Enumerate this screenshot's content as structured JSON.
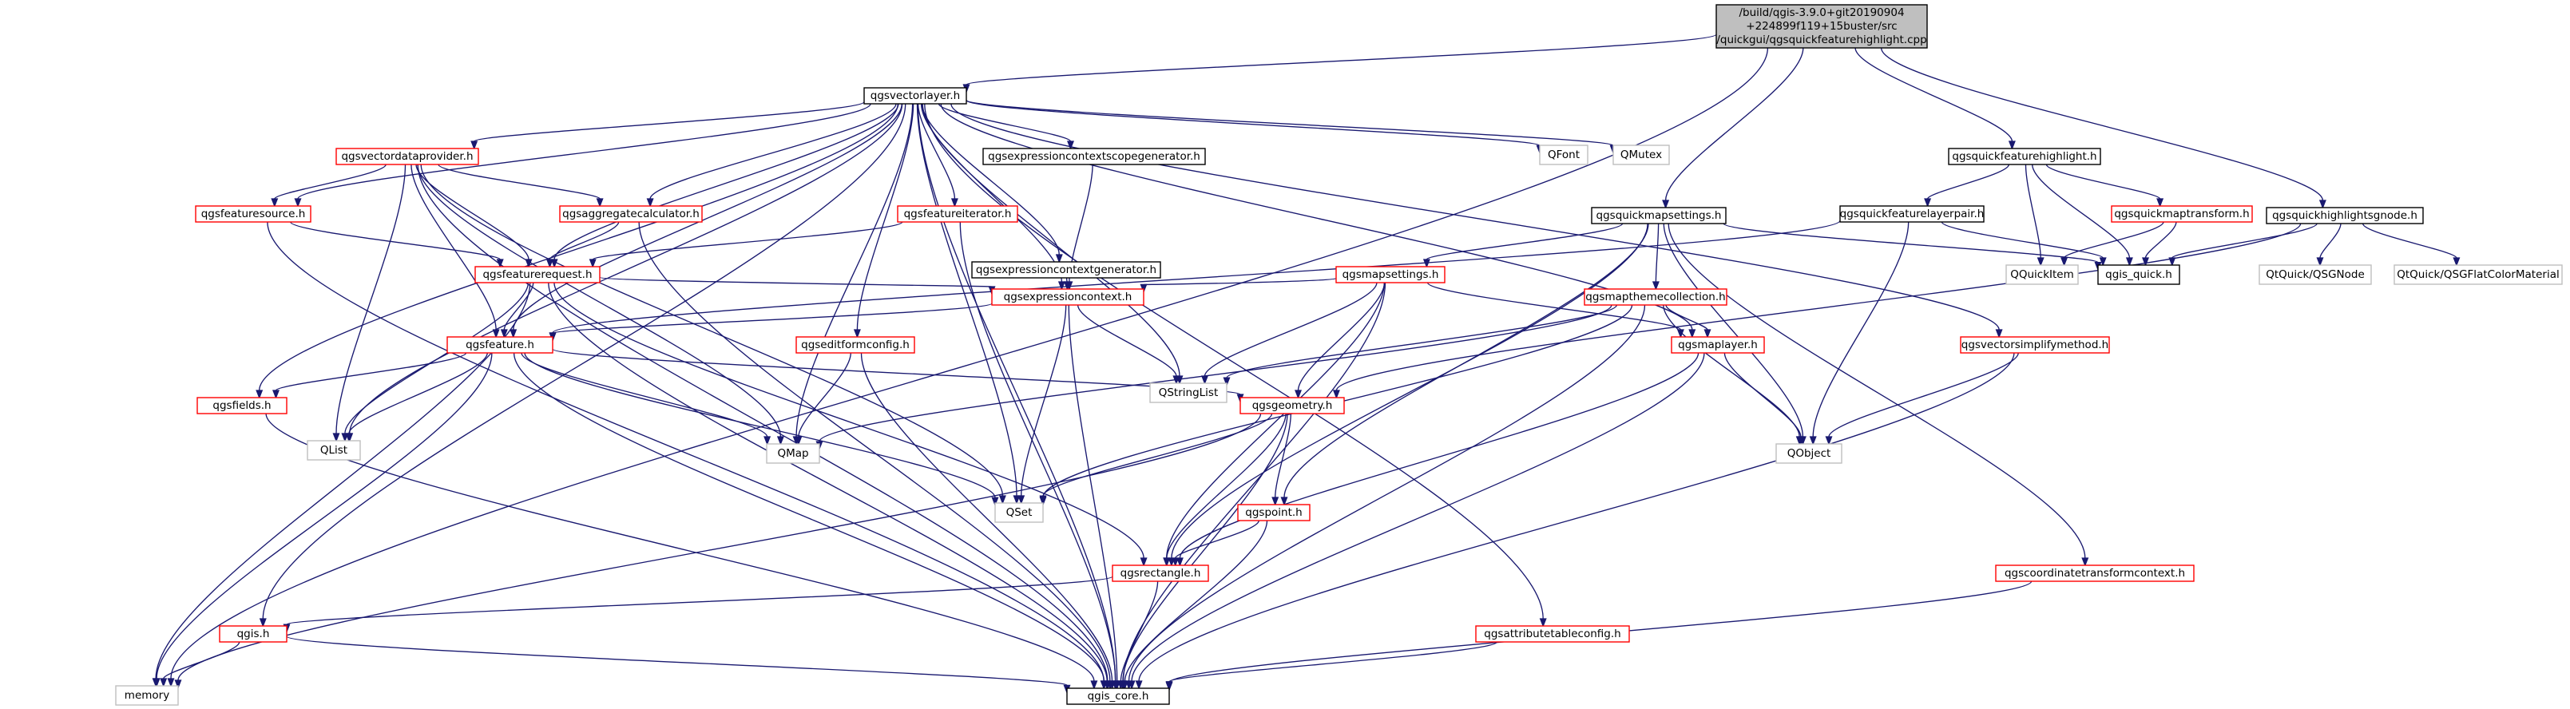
{
  "colors": {
    "root_fill": "#bfbfbf",
    "edge": "#191970",
    "linked_border": "#ff0000",
    "doc_border": "#000000",
    "external_border": "#bfbfbf",
    "node_fill": "#ffffff",
    "text": "#000000"
  },
  "nodes": [
    {
      "id": "root",
      "lines": [
        "/build/qgis-3.9.0+git20190904",
        "+224899f119+15buster/src",
        "/quickgui/qgsquickfeaturehighlight.cpp"
      ],
      "kind": "root"
    },
    {
      "id": "qgsvectorlayer",
      "lines": [
        "qgsvectorlayer.h"
      ],
      "kind": "doc"
    },
    {
      "id": "memory",
      "lines": [
        "memory"
      ],
      "kind": "external"
    },
    {
      "id": "qgsquickmapsettings",
      "lines": [
        "qgsquickmapsettings.h"
      ],
      "kind": "doc"
    },
    {
      "id": "qgsquickfeaturehighlight",
      "lines": [
        "qgsquickfeaturehighlight.h"
      ],
      "kind": "doc"
    },
    {
      "id": "qgsquickhighlightsgnode",
      "lines": [
        "qgsquickhighlightsgnode.h"
      ],
      "kind": "doc"
    },
    {
      "id": "qgsvectordataprovider",
      "lines": [
        "qgsvectordataprovider.h"
      ],
      "kind": "linked"
    },
    {
      "id": "qgsexpressioncontextscopegenerator",
      "lines": [
        "qgsexpressioncontextscopegenerator.h"
      ],
      "kind": "doc"
    },
    {
      "id": "qfont",
      "lines": [
        "QFont"
      ],
      "kind": "external"
    },
    {
      "id": "qmutex",
      "lines": [
        "QMutex"
      ],
      "kind": "external"
    },
    {
      "id": "qgsfeaturesource",
      "lines": [
        "qgsfeaturesource.h"
      ],
      "kind": "linked"
    },
    {
      "id": "qgsaggregatecalculator",
      "lines": [
        "qgsaggregatecalculator.h"
      ],
      "kind": "linked"
    },
    {
      "id": "qgsfeatureiterator",
      "lines": [
        "qgsfeatureiterator.h"
      ],
      "kind": "linked"
    },
    {
      "id": "qgsquickfeaturelayerpair",
      "lines": [
        "qgsquickfeaturelayerpair.h"
      ],
      "kind": "doc"
    },
    {
      "id": "qgsquickmaptransform",
      "lines": [
        "qgsquickmaptransform.h"
      ],
      "kind": "linked"
    },
    {
      "id": "qquickitem",
      "lines": [
        "QQuickItem"
      ],
      "kind": "external"
    },
    {
      "id": "qgis_quick",
      "lines": [
        "qgis_quick.h"
      ],
      "kind": "doc"
    },
    {
      "id": "qtquickqsgnode",
      "lines": [
        "QtQuick/QSGNode"
      ],
      "kind": "external"
    },
    {
      "id": "qtquickqsgflatcolormaterial",
      "lines": [
        "QtQuick/QSGFlatColorMaterial"
      ],
      "kind": "external"
    },
    {
      "id": "qgsfeaturerequest",
      "lines": [
        "qgsfeaturerequest.h"
      ],
      "kind": "linked"
    },
    {
      "id": "qgsexpressioncontextgenerator",
      "lines": [
        "qgsexpressioncontextgenerator.h"
      ],
      "kind": "doc"
    },
    {
      "id": "qgsmapsettings",
      "lines": [
        "qgsmapsettings.h"
      ],
      "kind": "linked"
    },
    {
      "id": "qgsexpressioncontext",
      "lines": [
        "qgsexpressioncontext.h"
      ],
      "kind": "linked"
    },
    {
      "id": "qgsmapthemecollection",
      "lines": [
        "qgsmapthemecollection.h"
      ],
      "kind": "linked"
    },
    {
      "id": "qgsfeature",
      "lines": [
        "qgsfeature.h"
      ],
      "kind": "linked"
    },
    {
      "id": "qgseditformconfig",
      "lines": [
        "qgseditformconfig.h"
      ],
      "kind": "linked"
    },
    {
      "id": "qstringlist",
      "lines": [
        "QStringList"
      ],
      "kind": "external"
    },
    {
      "id": "qgsmaplayer",
      "lines": [
        "qgsmaplayer.h"
      ],
      "kind": "linked"
    },
    {
      "id": "qgsvectorsimplifymethod",
      "lines": [
        "qgsvectorsimplifymethod.h"
      ],
      "kind": "linked"
    },
    {
      "id": "qgsfields",
      "lines": [
        "qgsfields.h"
      ],
      "kind": "linked"
    },
    {
      "id": "qlist",
      "lines": [
        "QList"
      ],
      "kind": "external"
    },
    {
      "id": "qmap",
      "lines": [
        "QMap"
      ],
      "kind": "external"
    },
    {
      "id": "qgsgeometry",
      "lines": [
        "qgsgeometry.h"
      ],
      "kind": "linked"
    },
    {
      "id": "qobject",
      "lines": [
        "QObject"
      ],
      "kind": "external"
    },
    {
      "id": "qset",
      "lines": [
        "QSet"
      ],
      "kind": "external"
    },
    {
      "id": "qgspoint",
      "lines": [
        "qgspoint.h"
      ],
      "kind": "linked"
    },
    {
      "id": "qgsrectangle",
      "lines": [
        "qgsrectangle.h"
      ],
      "kind": "linked"
    },
    {
      "id": "qgscoordinatetransformcontext",
      "lines": [
        "qgscoordinatetransformcontext.h"
      ],
      "kind": "linked"
    },
    {
      "id": "qgis",
      "lines": [
        "qgis.h"
      ],
      "kind": "linked"
    },
    {
      "id": "qgsattributetableconfig",
      "lines": [
        "qgsattributetableconfig.h"
      ],
      "kind": "linked"
    },
    {
      "id": "qgis_core",
      "lines": [
        "qgis_core.h"
      ],
      "kind": "doc"
    }
  ],
  "edges": [
    [
      "root",
      "qgsvectorlayer"
    ],
    [
      "root",
      "memory"
    ],
    [
      "root",
      "qgsquickmapsettings"
    ],
    [
      "root",
      "qgsquickfeaturehighlight"
    ],
    [
      "root",
      "qgsquickhighlightsgnode"
    ],
    [
      "qgsvectorlayer",
      "qgsvectordataprovider"
    ],
    [
      "qgsvectorlayer",
      "qgsexpressioncontextscopegenerator"
    ],
    [
      "qgsvectorlayer",
      "qfont"
    ],
    [
      "qgsvectorlayer",
      "qmutex"
    ],
    [
      "qgsvectorlayer",
      "qgsfeaturesource"
    ],
    [
      "qgsvectorlayer",
      "qgsaggregatecalculator"
    ],
    [
      "qgsvectorlayer",
      "qgsfeatureiterator"
    ],
    [
      "qgsvectorlayer",
      "qgsfeaturerequest"
    ],
    [
      "qgsvectorlayer",
      "qgsexpressioncontextgenerator"
    ],
    [
      "qgsvectorlayer",
      "qgsexpressioncontext"
    ],
    [
      "qgsvectorlayer",
      "qgsfeature"
    ],
    [
      "qgsvectorlayer",
      "qgseditformconfig"
    ],
    [
      "qgsvectorlayer",
      "qstringlist"
    ],
    [
      "qgsvectorlayer",
      "qgsmaplayer"
    ],
    [
      "qgsvectorlayer",
      "qgsvectorsimplifymethod"
    ],
    [
      "qgsvectorlayer",
      "qgsfields"
    ],
    [
      "qgsvectorlayer",
      "qlist"
    ],
    [
      "qgsvectorlayer",
      "qmap"
    ],
    [
      "qgsvectorlayer",
      "qset"
    ],
    [
      "qgsvectorlayer",
      "qgis"
    ],
    [
      "qgsvectorlayer",
      "qgsattributetableconfig"
    ],
    [
      "qgsvectorlayer",
      "qgis_core"
    ],
    [
      "qgsvectordataprovider",
      "qgsfeaturesource"
    ],
    [
      "qgsvectordataprovider",
      "qgsaggregatecalculator"
    ],
    [
      "qgsvectordataprovider",
      "qgsfeaturerequest"
    ],
    [
      "qgsvectordataprovider",
      "qgsfeature"
    ],
    [
      "qgsvectordataprovider",
      "qlist"
    ],
    [
      "qgsvectordataprovider",
      "qmap"
    ],
    [
      "qgsvectordataprovider",
      "qset"
    ],
    [
      "qgsvectordataprovider",
      "qgis_core"
    ],
    [
      "qgsexpressioncontextscopegenerator",
      "qgsexpressioncontext"
    ],
    [
      "qgsfeaturesource",
      "qgsfeaturerequest"
    ],
    [
      "qgsfeaturesource",
      "qgis_core"
    ],
    [
      "qgsaggregatecalculator",
      "qgsfeaturerequest"
    ],
    [
      "qgsaggregatecalculator",
      "qgis_core"
    ],
    [
      "qgsfeatureiterator",
      "qgsfeaturerequest"
    ],
    [
      "qgsfeatureiterator",
      "qgis_core"
    ],
    [
      "qgsfeaturerequest",
      "qgsexpressioncontext"
    ],
    [
      "qgsfeaturerequest",
      "qgsfeature"
    ],
    [
      "qgsfeaturerequest",
      "qlist"
    ],
    [
      "qgsfeaturerequest",
      "qgsrectangle"
    ],
    [
      "qgsfeaturerequest",
      "memory"
    ],
    [
      "qgsfeaturerequest",
      "qgis_core"
    ],
    [
      "qgsexpressioncontextgenerator",
      "qgsexpressioncontext"
    ],
    [
      "qgsexpressioncontext",
      "qgsfeature"
    ],
    [
      "qgsexpressioncontext",
      "qstringlist"
    ],
    [
      "qgsexpressioncontext",
      "qset"
    ],
    [
      "qgsexpressioncontext",
      "qgis_core"
    ],
    [
      "qgsfeature",
      "qgsfields"
    ],
    [
      "qgsfeature",
      "qlist"
    ],
    [
      "qgsfeature",
      "qmap"
    ],
    [
      "qgsfeature",
      "qgsgeometry"
    ],
    [
      "qgsfeature",
      "qset"
    ],
    [
      "qgsfeature",
      "memory"
    ],
    [
      "qgsfeature",
      "qgis_core"
    ],
    [
      "qgseditformconfig",
      "qmap"
    ],
    [
      "qgseditformconfig",
      "qgis_core"
    ],
    [
      "qgsquickmapsettings",
      "qgsmapsettings"
    ],
    [
      "qgsquickmapsettings",
      "qgsmapthemecollection"
    ],
    [
      "qgsquickmapsettings",
      "qgspoint"
    ],
    [
      "qgsquickmapsettings",
      "qobject"
    ],
    [
      "qgsquickmapsettings",
      "qgis_quick"
    ],
    [
      "qgsquickmapsettings",
      "qgscoordinatetransformcontext"
    ],
    [
      "qgsquickmapsettings",
      "qgsrectangle"
    ],
    [
      "qgsquickfeaturehighlight",
      "qgsquickfeaturelayerpair"
    ],
    [
      "qgsquickfeaturehighlight",
      "qgsquickmaptransform"
    ],
    [
      "qgsquickfeaturehighlight",
      "qquickitem"
    ],
    [
      "qgsquickfeaturehighlight",
      "qgis_quick"
    ],
    [
      "qgsquickhighlightsgnode",
      "qgis_quick"
    ],
    [
      "qgsquickhighlightsgnode",
      "qtquickqsgnode"
    ],
    [
      "qgsquickhighlightsgnode",
      "qtquickqsgflatcolormaterial"
    ],
    [
      "qgsquickhighlightsgnode",
      "qgsgeometry"
    ],
    [
      "qgsquickfeaturelayerpair",
      "qgsfeature"
    ],
    [
      "qgsquickfeaturelayerpair",
      "qgis_quick"
    ],
    [
      "qgsquickfeaturelayerpair",
      "qobject"
    ],
    [
      "qgsquickmaptransform",
      "qquickitem"
    ],
    [
      "qgsquickmaptransform",
      "qgis_quick"
    ],
    [
      "qgsmapsettings",
      "qgsexpressioncontext"
    ],
    [
      "qgsmapsettings",
      "qstringlist"
    ],
    [
      "qgsmapsettings",
      "qgsmaplayer"
    ],
    [
      "qgsmapsettings",
      "qgsgeometry"
    ],
    [
      "qgsmapsettings",
      "qgsrectangle"
    ],
    [
      "qgsmapsettings",
      "qgis_core"
    ],
    [
      "qgsmapthemecollection",
      "qstringlist"
    ],
    [
      "qgsmapthemecollection",
      "qgsmaplayer"
    ],
    [
      "qgsmapthemecollection",
      "qmap"
    ],
    [
      "qgsmapthemecollection",
      "qset"
    ],
    [
      "qgsmapthemecollection",
      "qobject"
    ],
    [
      "qgsmapthemecollection",
      "qgis_core"
    ],
    [
      "qgsmaplayer",
      "qobject"
    ],
    [
      "qgsmaplayer",
      "qgsrectangle"
    ],
    [
      "qgsmaplayer",
      "qgis_core"
    ],
    [
      "qgsvectorsimplifymethod",
      "qobject"
    ],
    [
      "qgsvectorsimplifymethod",
      "qgis_core"
    ],
    [
      "qgsfields",
      "qgis_core"
    ],
    [
      "qgsgeometry",
      "qset"
    ],
    [
      "qgsgeometry",
      "qgspoint"
    ],
    [
      "qgsgeometry",
      "qgsrectangle"
    ],
    [
      "qgsgeometry",
      "memory"
    ],
    [
      "qgsgeometry",
      "qgis_core"
    ],
    [
      "qgspoint",
      "qgsrectangle"
    ],
    [
      "qgspoint",
      "qgis_core"
    ],
    [
      "qgsrectangle",
      "qgis"
    ],
    [
      "qgsrectangle",
      "qgis_core"
    ],
    [
      "qgscoordinatetransformcontext",
      "qgis_core"
    ],
    [
      "qgis",
      "memory"
    ],
    [
      "qgis",
      "qgis_core"
    ],
    [
      "qgsattributetableconfig",
      "qgis_core"
    ]
  ]
}
